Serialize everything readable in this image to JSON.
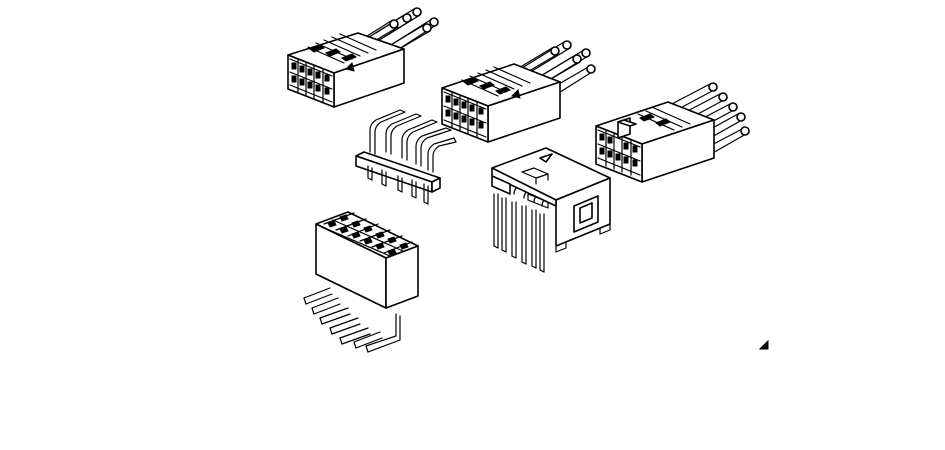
{
  "figure": {
    "kind": "line-art-illustration",
    "subject": "pin-header-connector-family",
    "background_color": "#ffffff",
    "ink_color": "#000000",
    "items": [
      {
        "id": "wire-housing-a",
        "pins": 10,
        "rows": 2
      },
      {
        "id": "wire-housing-b",
        "pins": 10,
        "rows": 2
      },
      {
        "id": "wire-housing-c",
        "pins": 10,
        "rows": 2
      },
      {
        "id": "right-angle-pin-header",
        "pins": 10,
        "rows": 2
      },
      {
        "id": "box-header-right-angle",
        "pins": 10,
        "rows": 2
      },
      {
        "id": "female-socket-right-angle",
        "pins": 12,
        "rows": 2
      }
    ]
  }
}
